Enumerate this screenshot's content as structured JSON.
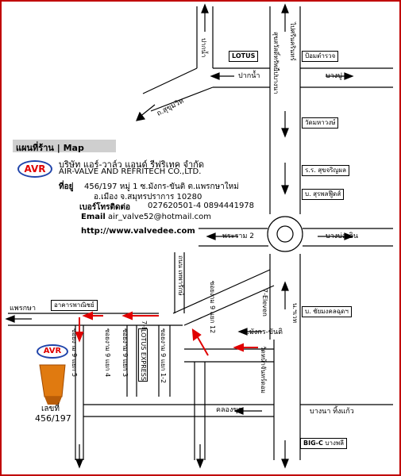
{
  "header": {
    "title": "แผนที่ร้าน | Map"
  },
  "company": {
    "logo_text": "AVR",
    "name_th": "บริษัท แอร์-วาล์ว แอนด์ รีฟริเทค จำกัด",
    "name_en": "AIR-VALVE AND REFRITECH CO.,LTD.",
    "address_label": "ที่อยู่",
    "address_line1": "456/197 หมู่ 1 ซ.มังกร-ขันติ ต.แพรกษาใหม่",
    "address_line2": "อ.เมือง จ.สมุทรปราการ 10280",
    "phone_label": "เบอร์โทรติดต่อ",
    "phone": "027620501-4  0894441978",
    "email_label": "Email",
    "email": "air_valve52@hotmail.com",
    "website": "http://www.valvedee.com"
  },
  "map_labels": {
    "lotus_top": "LOTUS",
    "pak_nam": "ปากน้ำ",
    "sukhumvit_road": "ถ.สุขุมวิท",
    "pom_prab": "ป้อมตำรวจ",
    "bang_pu": "บางปู",
    "wat_mahawong": "วัดมหาวงษ์",
    "sukhothai_school": "ร.ร. สุขจริญผล",
    "sutepark": "บ. สุรพลฟู๊ดส์",
    "phraeksa_2": "พระราม 2",
    "bang_pa_in": "บางบ่อ-อิน",
    "phraeksa": "แพรกษา",
    "city_plan": "อาคารพาณิชย์",
    "soi_9_5": "ซอยงาม 9 แยก 5",
    "soi_9_4": "ซอยงาม 9 แยก 4",
    "soi_9_3": "ซอยงาม 9 แยก 3",
    "soi_9_1_2": "ซอยงาม 9 แยก 1-2",
    "soi_9_12": "ซอยงาม 9 แยก 12",
    "lotus_express": "LOTUS EXPRESS",
    "seven_eleven_a": "7-Eleven",
    "seven_eleven_b": "7-Eleven",
    "hospital": "ถนน เทพารักษ์",
    "mangkorn_kanti": "ซ.มังกร-ขันติ",
    "n_turn": "น.ฯเวท",
    "company_near": "บ. ชัยมงคลฉุดฯ",
    "wat_ban_sri": "วัดหน้าจันทร์ดอม",
    "bang_kaew": "บางนา ทิ้งแก้ว",
    "klong_dan": "คลองขุด",
    "big_c": "BIG-C",
    "bang_phli": "บางพลี",
    "wat_phra_nang_left": "ไปบางนา",
    "wat_phra_nang_right": "ไปศรีนครินทร์",
    "road_center": "สุขสวัสดิ์ทรัพย์",
    "house_no_label": "เลขที่",
    "house_no": "456/197"
  },
  "colors": {
    "frame": "#c00000",
    "arrow_red": "#e00000",
    "logo_blue": "#2044aa",
    "building": "#e07a10"
  }
}
